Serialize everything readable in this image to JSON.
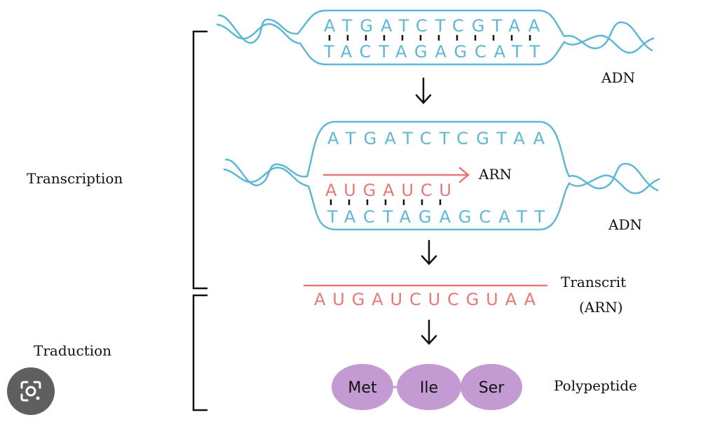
{
  "labels": {
    "transcription": "Transcription",
    "traduction": "Traduction",
    "adn_top": "ADN",
    "adn_mid": "ADN",
    "arn_arrow": "ARN",
    "transcrit_line1": "Transcrit",
    "transcrit_line2": "(ARN)",
    "polypeptide": "Polypeptide"
  },
  "sequences": {
    "dna_top_strand": "ATGATCTCGTAA",
    "dna_bottom_strand": "TACTAGAGCATT",
    "dna_mid_top_strand": "ATGATCTCGTAA",
    "rna_partial": "AUGAUCU",
    "dna_mid_bottom_strand": "TACTAGAGCATT",
    "mrna": "AUGAUCUCGUAA"
  },
  "amino_acids": [
    "Met",
    "Ile",
    "Ser"
  ],
  "colors": {
    "dna": "#5fb7d6",
    "rna": "#e77979",
    "amino_acid": "#c49ad3"
  },
  "icons": {
    "lens_button": "google-lens-icon"
  }
}
